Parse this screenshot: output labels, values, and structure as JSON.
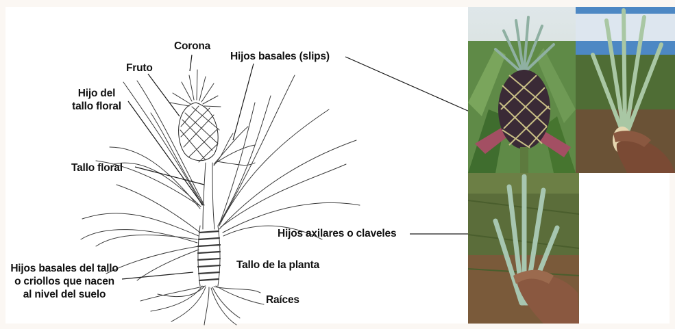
{
  "labels": {
    "corona": "Corona",
    "fruto": "Fruto",
    "hijos_basales_slips": "Hijos basales (slips)",
    "hijo_tallo_floral": "Hijo del tallo floral",
    "tallo_floral": "Tallo floral",
    "hijos_axilares": "Hijos axilares o claveles",
    "tallo_planta": "Tallo de la planta",
    "hijos_basales_tallo": "Hijos basales del tallo o criollos que nacen al nivel del suelo",
    "raices": "Raíces"
  },
  "photos": [
    {
      "name": "pineapple-fruit-photo",
      "subject": "pineapple fruit with crown"
    },
    {
      "name": "slip-in-hand-photo",
      "subject": "basal slip held in hand"
    },
    {
      "name": "axillary-sucker-photo",
      "subject": "axillary sucker held in hand"
    }
  ],
  "colors": {
    "background": "#fbf7f3",
    "panel": "#ffffff",
    "label_text": "#111111",
    "leader_line": "#1a1a1a"
  }
}
